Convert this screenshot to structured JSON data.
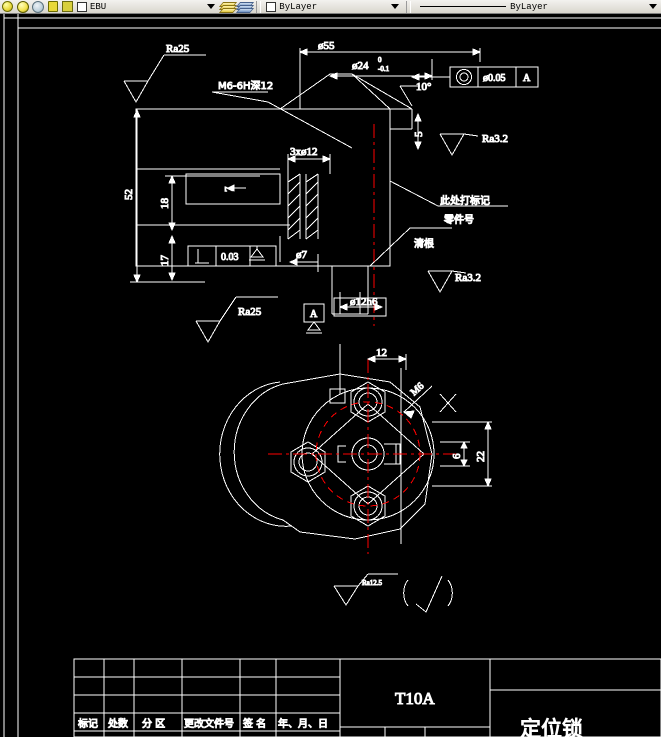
{
  "app": {
    "title": "AutoCAD drawing window",
    "toolbar": {
      "layer_name": "EBU",
      "color_value": "ByLayer",
      "linetype_value": "ByLayer",
      "icons": [
        "lightbulb-icon",
        "sun-icon",
        "freeze-icon",
        "lock-icon",
        "plot-icon",
        "layer-previous-icon",
        "layer-manager-icon"
      ]
    }
  },
  "drawing": {
    "title_block": {
      "material": "T10A",
      "part_name": "定位锁",
      "change_headers": [
        "标记",
        "处数",
        "分 区",
        "更改文件号",
        "签 名",
        "年、月、日"
      ]
    },
    "top_view": {
      "dims": {
        "d55": "ø55",
        "d24": "ø24",
        "d24_tol_upper": "0",
        "d24_tol_lower": "-0.1",
        "thread": "M6-6H深12",
        "holes": "3xø12",
        "height_total": "52",
        "height_18": "18",
        "height_17": "17",
        "width_7": "7",
        "d7": "ø7",
        "d12h6": "ø12h6",
        "angle": "10°",
        "chamfer_5": "5"
      },
      "finishes": {
        "ra25_left": "Ra25",
        "ra25_bottom": "Ra25",
        "ra32_upper": "Ra3.2",
        "ra32_lower": "Ra3.2"
      },
      "gtol_concentricity": {
        "symbol": "concentricity-icon",
        "value": "ø0.05",
        "datum": "A"
      },
      "gtol_perpendicular": {
        "symbol": "perpendicularity-icon",
        "value": "0.03",
        "datum": "A"
      },
      "datum_label": "A",
      "notes": {
        "mark_here": "此处打标记",
        "part_number": "零件号",
        "clear_root": "清根"
      }
    },
    "bottom_view": {
      "dims": {
        "w12": "12",
        "h22": "22",
        "w6": "6",
        "hex_note": "M6"
      },
      "section_mark": "X"
    },
    "general_finish": {
      "value": "Ra12.5",
      "other": "(  √  )"
    }
  }
}
